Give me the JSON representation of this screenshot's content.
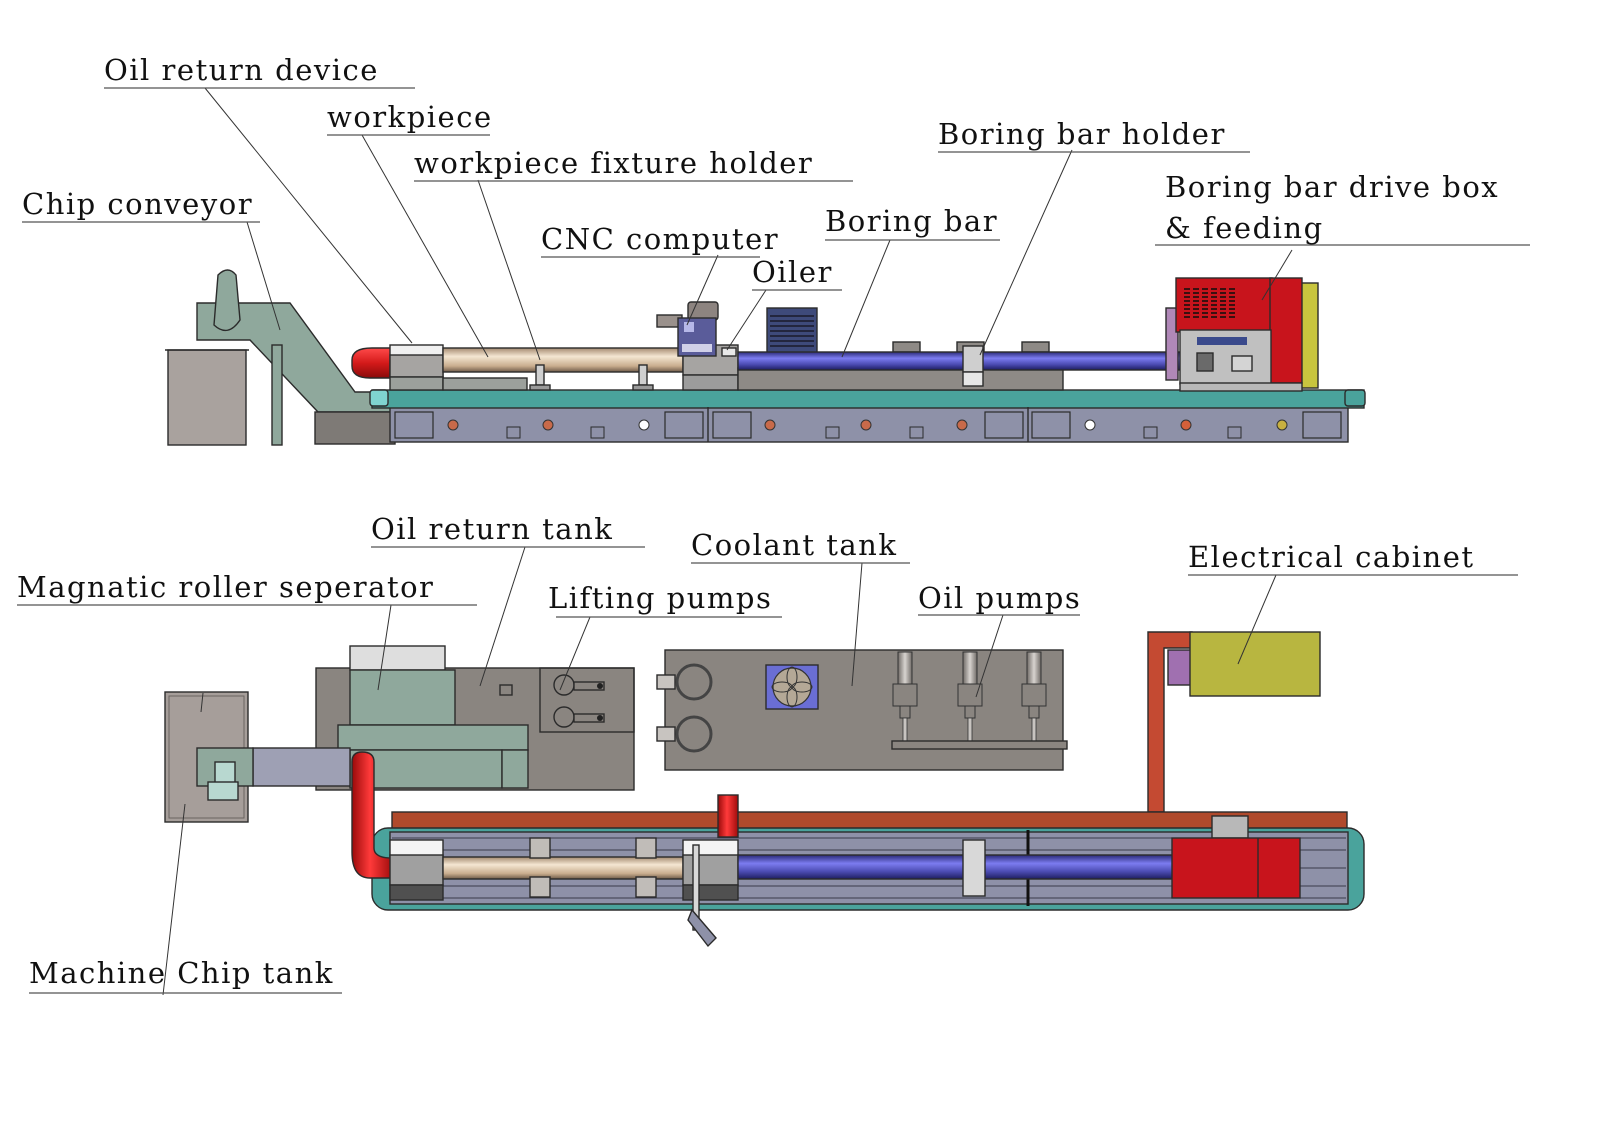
{
  "diagram": {
    "title": "Deep hole boring machine layout",
    "views": [
      "side-view",
      "top-view"
    ],
    "side_view_labels": {
      "oil_return_device": "Oil return device",
      "workpiece": "workpiece",
      "workpiece_fixture_holder": "workpiece fixture holder",
      "chip_conveyor": "Chip conveyor",
      "cnc_computer": "CNC computer",
      "oiler": "Oiler",
      "boring_bar": "Boring bar",
      "boring_bar_holder": "Boring bar holder",
      "drive_box_line1": "Boring bar drive box",
      "drive_box_line2": "& feeding"
    },
    "top_view_labels": {
      "oil_return_tank": "Oil return tank",
      "coolant_tank": "Coolant tank",
      "electrical_cabinet": "Electrical cabinet",
      "magnetic_roller_separator": "Magnatic roller seperator",
      "lifting_pumps": "Lifting pumps",
      "oil_pumps": "Oil pumps",
      "machine_chip_tank": "Machine Chip tank"
    },
    "colors": {
      "bed_teal": "#4aa39c",
      "base_slate": "#8e91a8",
      "boring_bar_blue": "#4a4aa8",
      "workpiece_tan": "#d9c3a6",
      "drive_box_red": "#c8141c",
      "cabinet_yellow": "#b8b640",
      "conveyor_green": "#8fa89c",
      "tank_gray": "#8a8580",
      "pipe_red": "#d41a1a",
      "frame_rust": "#b04a2c"
    }
  }
}
